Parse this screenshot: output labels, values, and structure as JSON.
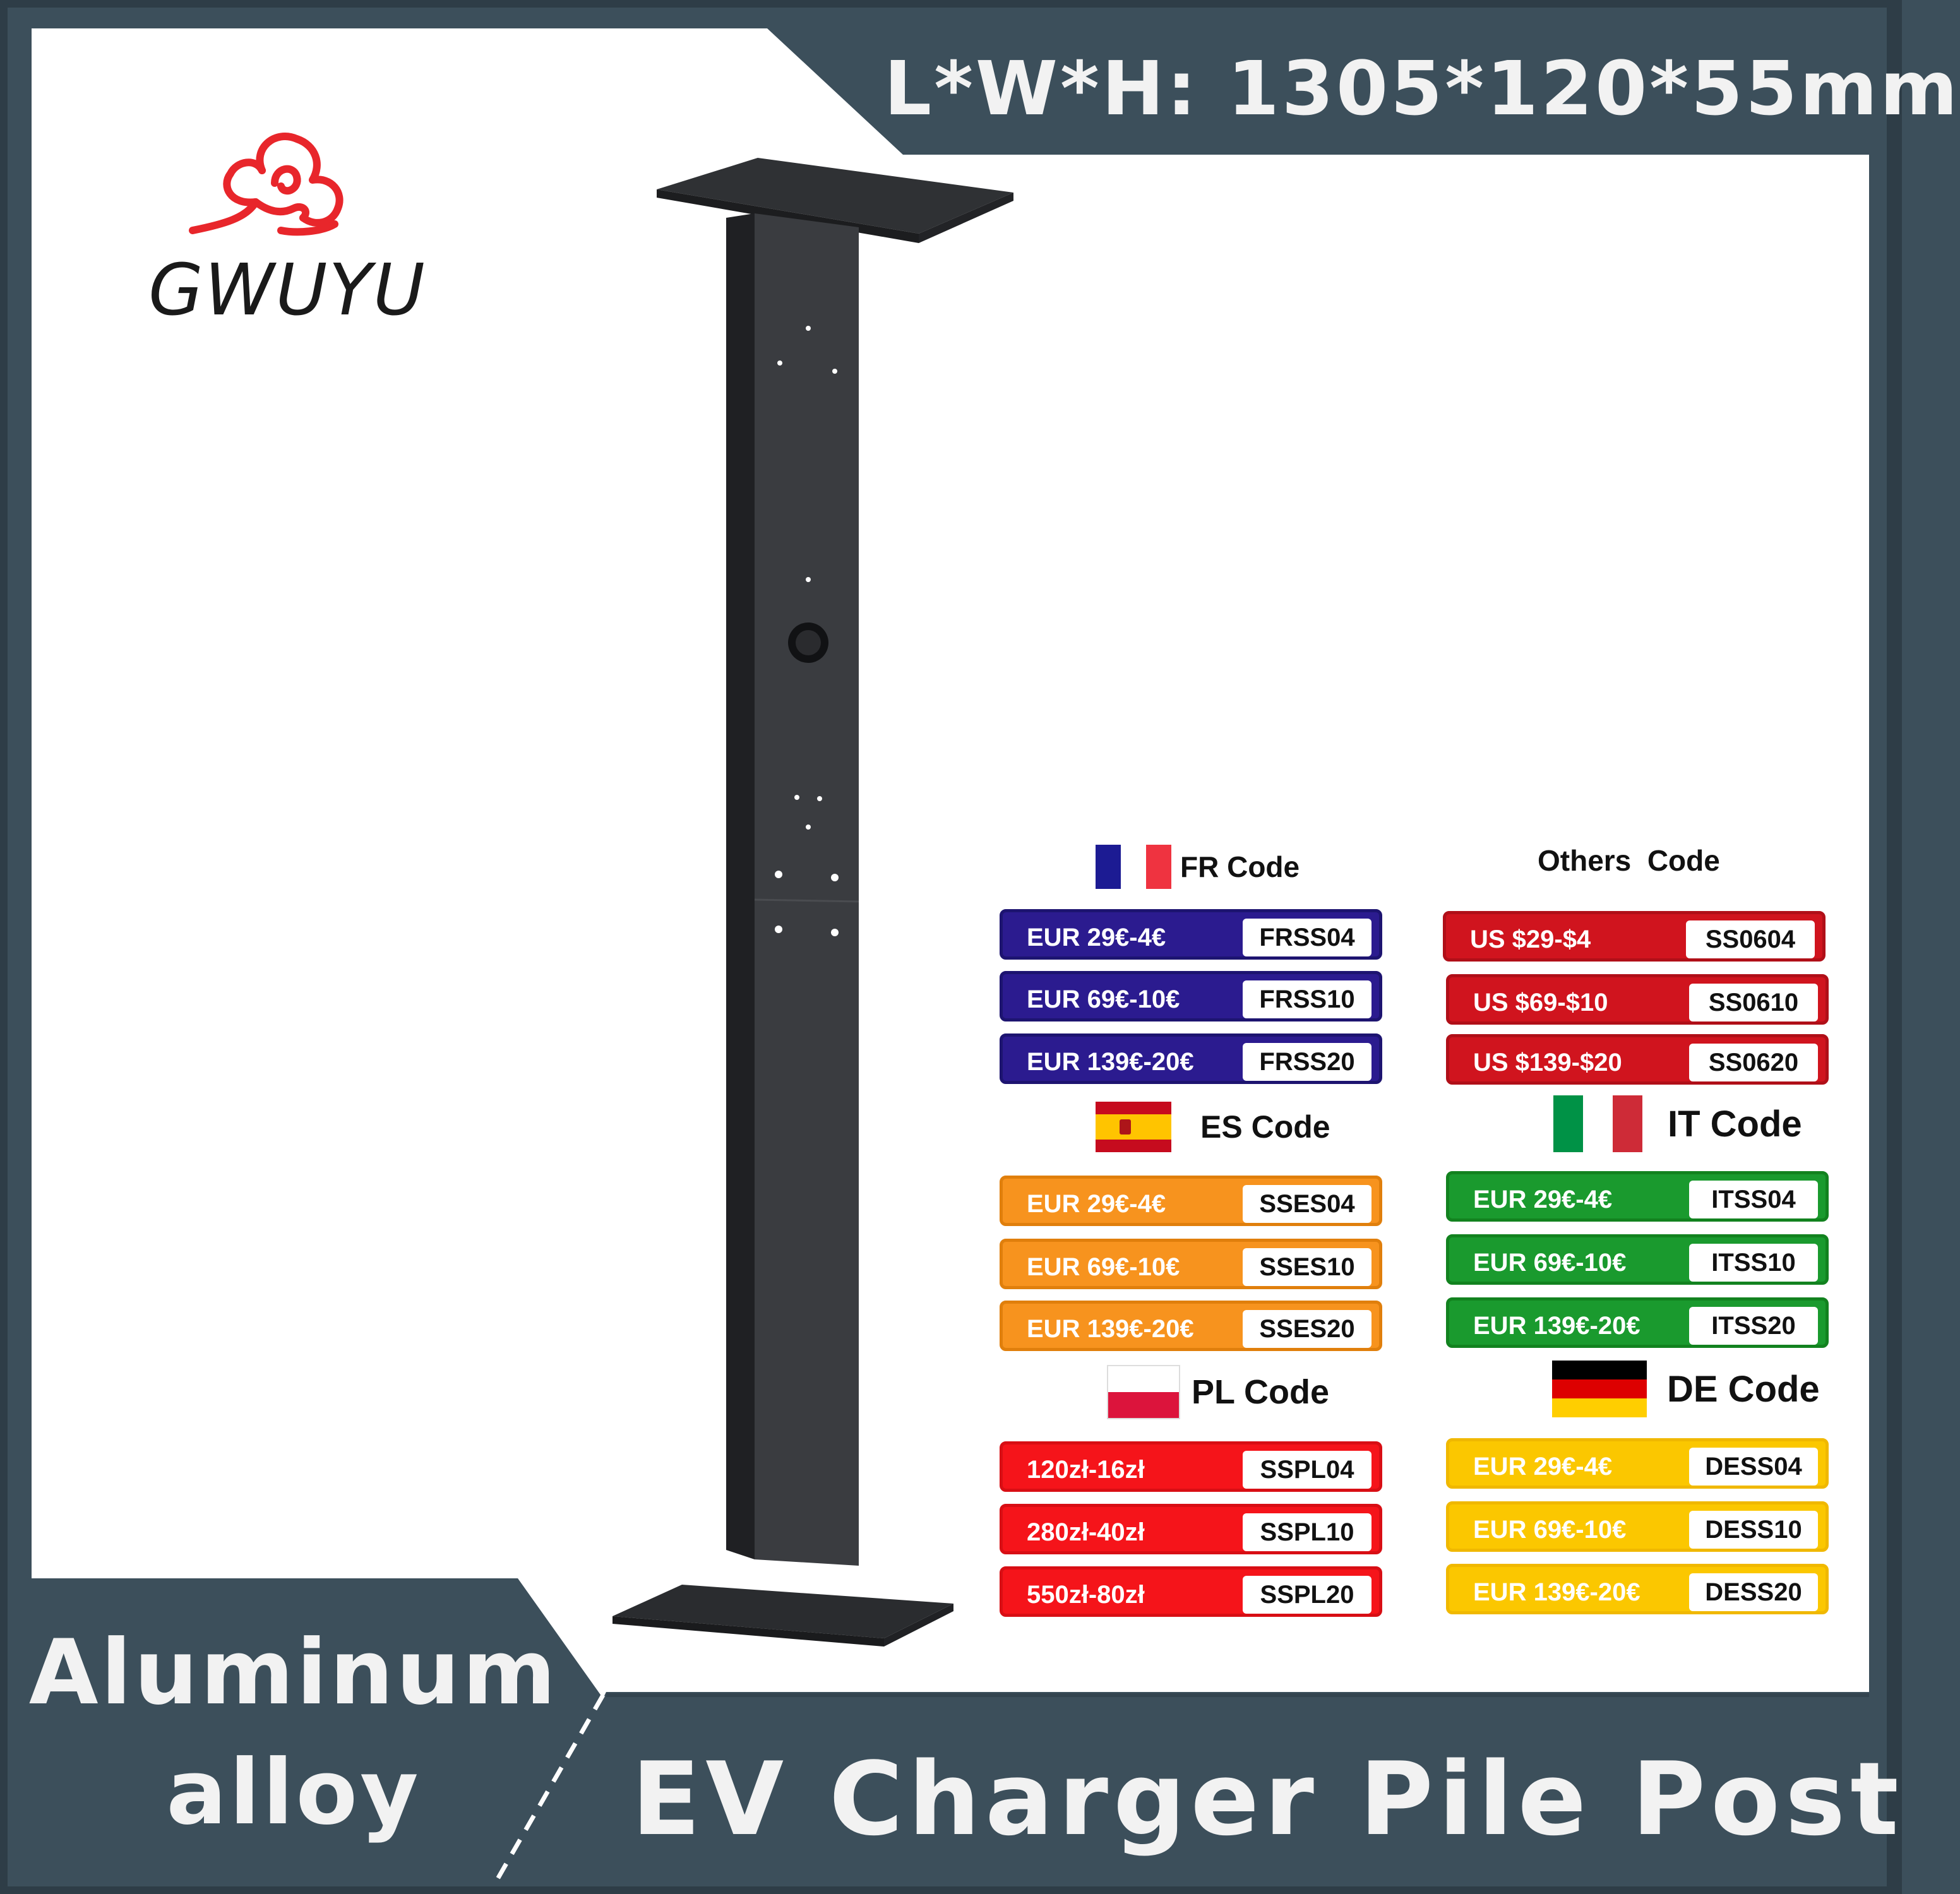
{
  "header": {
    "dimensions": "L*W*H: 1305*120*55mm"
  },
  "brand": {
    "name": "GWUYU",
    "logo_color": "#e8262b"
  },
  "material": {
    "line1": "Aluminum",
    "line2": "alloy"
  },
  "title": "EV Charger Pile Post",
  "colors": {
    "frame": "#3c4f5b",
    "frame_dark": "#33444f",
    "panel": "#ffffff",
    "post": "#2c2e31"
  },
  "coupon_groups": {
    "fr": {
      "label": "FR Code",
      "color": "#2b1b8f",
      "border": "#1d1470",
      "flag": "france-flag",
      "items": [
        {
          "price": "EUR 29€-4€",
          "code": "FRSS04"
        },
        {
          "price": "EUR 69€-10€",
          "code": "FRSS10"
        },
        {
          "price": "EUR 139€-20€",
          "code": "FRSS20"
        }
      ]
    },
    "others": {
      "label": "Others  Code",
      "color": "#d0141e",
      "border": "#b00f18",
      "items": [
        {
          "price": "US $29-$4",
          "code": "SS0604"
        },
        {
          "price": "US $69-$10",
          "code": "SS0610"
        },
        {
          "price": "US $139-$20",
          "code": "SS0620"
        }
      ]
    },
    "es": {
      "label": "ES Code",
      "color": "#f7931e",
      "border": "#e07f0c",
      "flag": "spain-flag",
      "items": [
        {
          "price": "EUR 29€-4€",
          "code": "SSES04"
        },
        {
          "price": "EUR 69€-10€",
          "code": "SSES10"
        },
        {
          "price": "EUR 139€-20€",
          "code": "SSES20"
        }
      ]
    },
    "it": {
      "label": "IT Code",
      "color": "#1a9a2e",
      "border": "#12821f",
      "flag": "italy-flag",
      "items": [
        {
          "price": "EUR 29€-4€",
          "code": "ITSS04"
        },
        {
          "price": "EUR 69€-10€",
          "code": "ITSS10"
        },
        {
          "price": "EUR 139€-20€",
          "code": "ITSS20"
        }
      ]
    },
    "pl": {
      "label": "PL Code",
      "color": "#f5141a",
      "border": "#d80e14",
      "flag": "poland-flag",
      "items": [
        {
          "price": "120zł-16zł",
          "code": "SSPL04"
        },
        {
          "price": "280zł-40zł",
          "code": "SSPL10"
        },
        {
          "price": "550zł-80zł",
          "code": "SSPL20"
        }
      ]
    },
    "de": {
      "label": "DE Code",
      "color": "#fbc700",
      "border": "#f0b800",
      "flag": "germany-flag",
      "items": [
        {
          "price": "EUR 29€-4€",
          "code": "DESS04"
        },
        {
          "price": "EUR 69€-10€",
          "code": "DESS10"
        },
        {
          "price": "EUR 139€-20€",
          "code": "DESS20"
        }
      ]
    }
  }
}
